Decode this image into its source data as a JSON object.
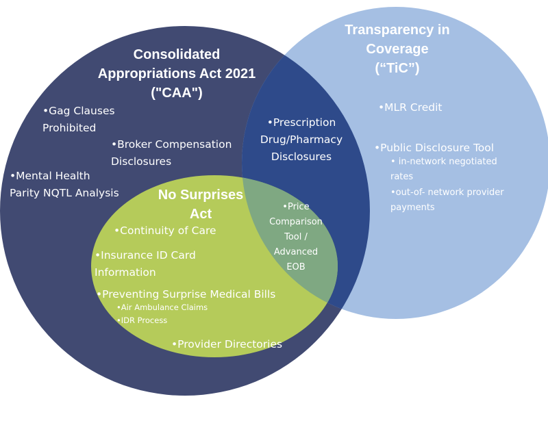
{
  "colors": {
    "caa": "#414a72",
    "tic": "#a5bfe3",
    "nsa": "#b5cb5a",
    "overlap_caa_tic": "#2e4a8a",
    "overlap_nsa_tic": "#7fa882",
    "text": "#ffffff"
  },
  "caa": {
    "title": [
      "Consolidated",
      "Appropriations Act 2021",
      "(\"CAA\")"
    ],
    "gag": [
      "•Gag Clauses",
      "Prohibited"
    ],
    "broker": [
      "•Broker Compensation",
      "Disclosures"
    ],
    "mental": [
      "•Mental Health",
      "Parity NQTL Analysis"
    ]
  },
  "tic": {
    "title": [
      "Transparency in",
      "Coverage",
      "(“TiC”)"
    ],
    "mlr": "•MLR Credit",
    "public_tool": "•Public Disclosure Tool",
    "sub1": [
      "• in-network negotiated",
      "rates"
    ],
    "sub2": [
      "•out-of- network provider",
      "payments"
    ]
  },
  "shared_caa_tic": [
    "•Prescription",
    "Drug/Pharmacy",
    "Disclosures"
  ],
  "nsa": {
    "title": [
      "No Surprises",
      "Act"
    ],
    "continuity": "•Continuity of Care",
    "id_card": [
      "•Insurance ID Card",
      "Information"
    ],
    "preventing": "•Preventing Surprise Medical Bills",
    "air": "•Air Ambulance Claims",
    "idr": "•IDR Process",
    "directories": "•Provider Directories"
  },
  "shared_nsa_tic": [
    "•Price",
    "Comparison",
    "Tool /",
    "Advanced",
    "EOB"
  ]
}
